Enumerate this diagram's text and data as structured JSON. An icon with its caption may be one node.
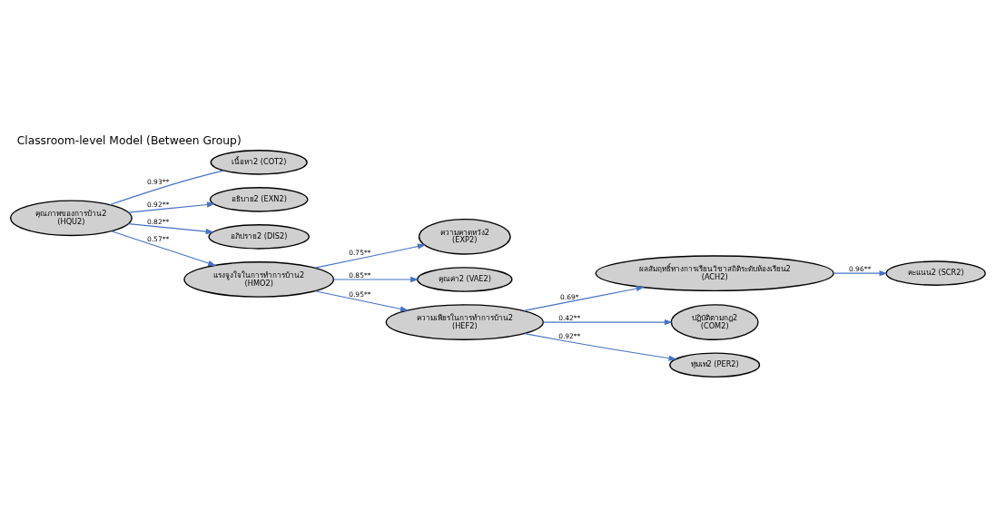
{
  "diagram": {
    "title": "Classroom-level Model (Between Group)",
    "nodes": [
      {
        "text": [
          "เนื้อหา2 (COT2)"
        ]
      },
      {
        "text": [
          "อธิบาย2 (EXN2)"
        ]
      },
      {
        "text": [
          "อภิปราย2 (DIS2)"
        ]
      },
      {
        "text": [
          "คุณภาพของการบ้าน2 (HQU2)"
        ]
      },
      {
        "text": [
          "ความคาดหวัง2 (EXP2)"
        ]
      },
      {
        "text": [
          "คุณค่า2 (VAE2)"
        ]
      },
      {
        "text": [
          "แรงจูงใจในการทำการบ้าน2 (HMO2)"
        ]
      },
      {
        "text": [
          "ความเพียรในการทำการบ้าน2 (HEF2)"
        ]
      },
      {
        "text": [
          "ผลสัมฤทธิ์ทางการเรียนวิชาสถิติระดับห้องเรียน2 (ACH2)"
        ]
      },
      {
        "text": [
          "คะแนน2 (SCR2)"
        ]
      },
      {
        "text": [
          "ปฏิบัติตามกฎ2 (COM2)"
        ]
      },
      {
        "text": [
          "ทุ่มเท2 (PER2)"
        ]
      }
    ],
    "edges": [
      {
        "from": 3,
        "to": 0,
        "arrow": "none",
        "label": "0.93**"
      },
      {
        "from": 3,
        "to": 1,
        "arrow": "to",
        "label": "0.92**"
      },
      {
        "from": 3,
        "to": 2,
        "arrow": "to",
        "label": "0.82**"
      },
      {
        "from": 3,
        "to": 6,
        "arrow": "to",
        "label": "0.57**"
      },
      {
        "from": 6,
        "to": 4,
        "arrow": "to",
        "label": "0.75**"
      },
      {
        "from": 6,
        "to": 5,
        "arrow": "to",
        "label": "0.85**"
      },
      {
        "from": 6,
        "to": 7,
        "arrow": "to",
        "label": "0.95**"
      },
      {
        "from": 7,
        "to": 8,
        "arrow": "to",
        "label": "0.69*"
      },
      {
        "from": 8,
        "to": 9,
        "arrow": "to",
        "label": "0.96**"
      },
      {
        "from": 7,
        "to": 10,
        "arrow": "to",
        "label": "0.42**"
      },
      {
        "from": 7,
        "to": 11,
        "arrow": "to",
        "label": "0.92**"
      }
    ]
  }
}
